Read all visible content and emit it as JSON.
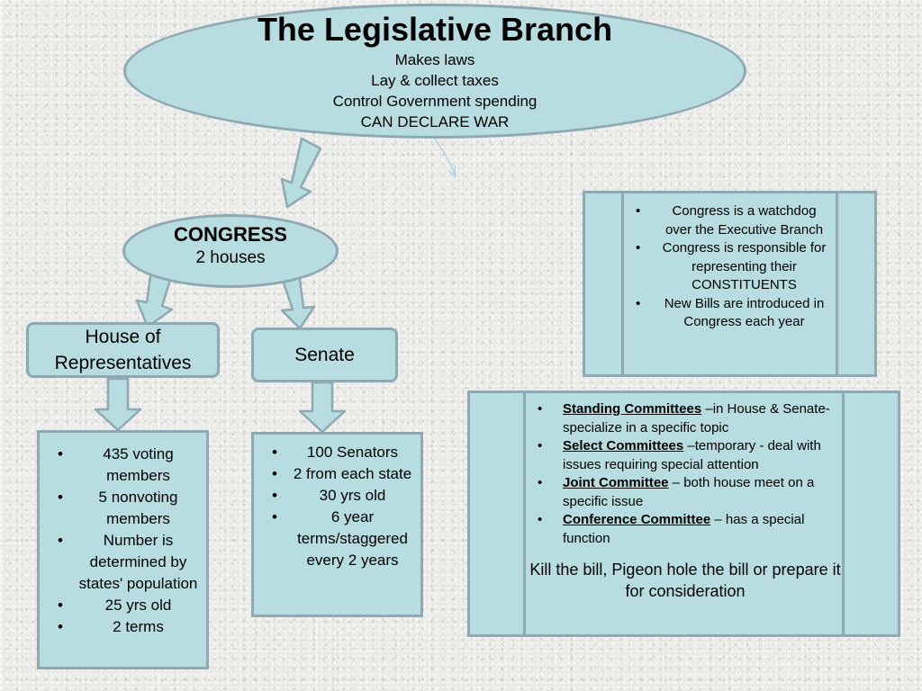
{
  "title": "The Legislative Branch",
  "powers": [
    "Makes laws",
    "Lay & collect taxes",
    "Control Government spending",
    "CAN DECLARE WAR"
  ],
  "congress": {
    "name": "CONGRESS",
    "houses": "2 houses"
  },
  "house": {
    "label": "House of Representatives",
    "facts": [
      "435 voting members",
      "5 nonvoting members",
      "Number is determined by states' population",
      "25 yrs old",
      "2 terms"
    ]
  },
  "senate": {
    "label": "Senate",
    "facts": [
      "100 Senators",
      "2 from each state",
      "30 yrs old",
      "6 year terms/staggered every 2 years"
    ]
  },
  "congress_roles": [
    "Congress is a watchdog over the Executive Branch",
    "Congress is responsible for representing their CONSTITUENTS",
    "New Bills are introduced in Congress each year"
  ],
  "committees": [
    {
      "term": "Standing Committees",
      "desc": " –in House & Senate- specialize in a  specific topic"
    },
    {
      "term": "Select Committees",
      "desc": " –temporary -  deal with issues requiring special attention"
    },
    {
      "term": "Joint Committee",
      "desc": " –  both house meet on a specific issue"
    },
    {
      "term": "Conference Committee",
      "desc": " – has a special function"
    }
  ],
  "committee_note": "Kill the bill, Pigeon hole the bill or prepare it for consideration",
  "colors": {
    "fill": "#b7dde0",
    "border": "#8ea9b1"
  }
}
